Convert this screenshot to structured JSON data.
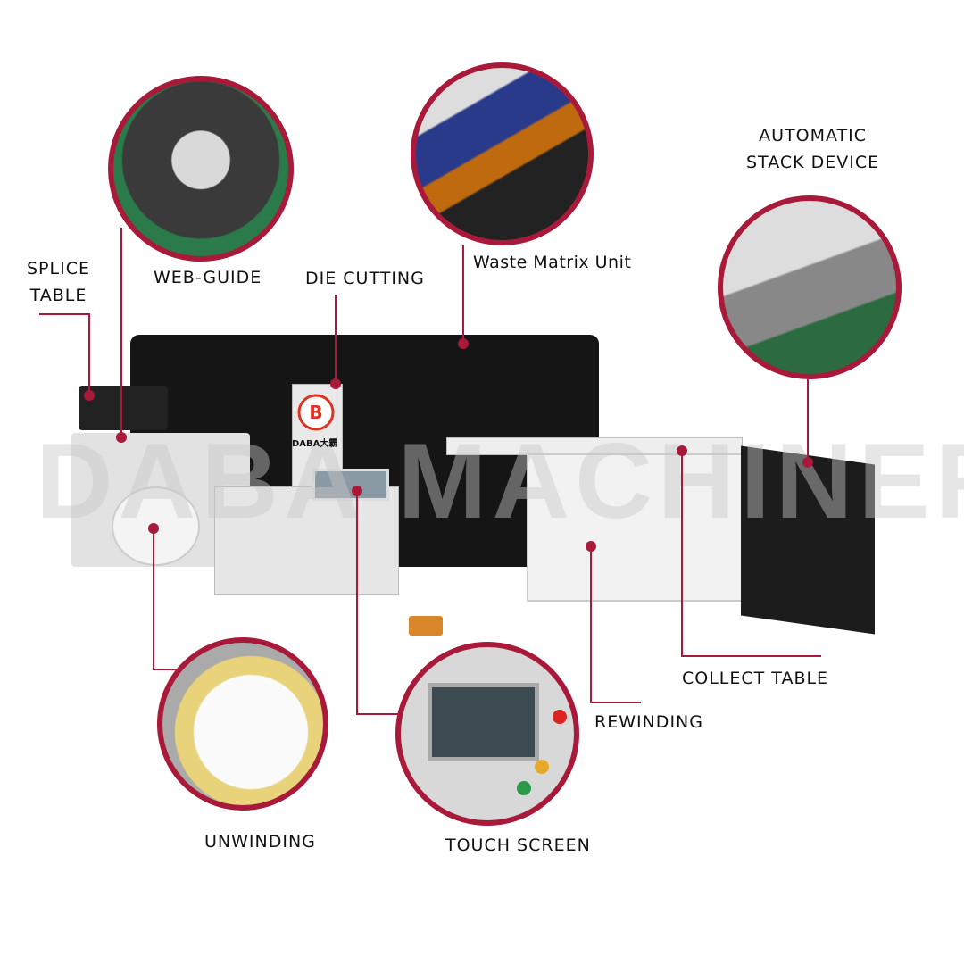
{
  "labels": {
    "splice_table": [
      "SPLICE",
      "TABLE"
    ],
    "web_guide": "WEB-GUIDE",
    "die_cutting": "DIE CUTTING",
    "waste_matrix": "Waste Matrix Unit",
    "stack_device": [
      "AUTOMATIC",
      "STACK DEVICE"
    ],
    "collect_table": "COLLECT TABLE",
    "rewinding": "REWINDING",
    "unwinding": "UNWINDING",
    "touch_screen": "TOUCH SCREEN"
  },
  "machine_brand": "DABA大霸",
  "watermark": "DABA MACHINERY",
  "colors": {
    "accent": "#a8193a",
    "machine_dark": "#151515",
    "machine_light": "#e6e6e6"
  }
}
